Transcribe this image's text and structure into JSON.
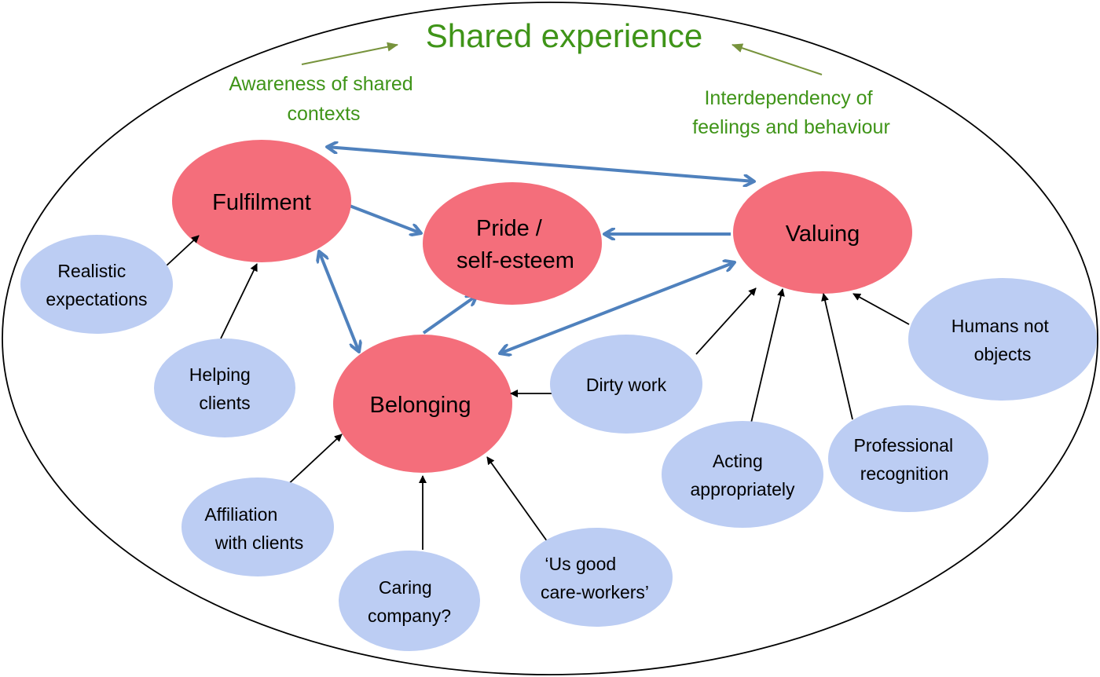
{
  "title": "Shared experience",
  "annotations": {
    "left": [
      "Awareness of shared",
      "contexts"
    ],
    "right": [
      "Interdependency of",
      "feelings and behaviour"
    ]
  },
  "colors": {
    "core_node": "#f46e7b",
    "factor_node": "#bccdf3",
    "blue_arrow": "#4f81bd",
    "green_text": "#3f9418",
    "green_arrow": "#77933c",
    "black_arrow": "#000000"
  },
  "core_nodes": {
    "fulfilment": [
      "Fulfilment"
    ],
    "pride": [
      "Pride /",
      "self-esteem"
    ],
    "valuing": [
      "Valuing"
    ],
    "belonging": [
      "Belonging"
    ]
  },
  "factor_nodes": {
    "realistic_expectations": [
      "Realistic",
      "expectations"
    ],
    "helping_clients": [
      "Helping",
      "clients"
    ],
    "affiliation_with_clients": [
      "Affiliation",
      "with clients"
    ],
    "caring_company": [
      "Caring",
      "company?"
    ],
    "us_good_care_workers": [
      "‘Us good",
      "care-workers’"
    ],
    "dirty_work": [
      "Dirty work"
    ],
    "acting_appropriately": [
      "Acting",
      "appropriately"
    ],
    "professional_recognition": [
      "Professional",
      "recognition"
    ],
    "humans_not_objects": [
      "Humans not",
      "objects"
    ]
  },
  "relations": [
    {
      "from": "Fulfilment",
      "to": "Valuing",
      "type": "bidirectional"
    },
    {
      "from": "Fulfilment",
      "to": "Pride / self-esteem",
      "type": "directed"
    },
    {
      "from": "Valuing",
      "to": "Pride / self-esteem",
      "type": "directed"
    },
    {
      "from": "Fulfilment",
      "to": "Belonging",
      "type": "bidirectional"
    },
    {
      "from": "Belonging",
      "to": "Pride / self-esteem",
      "type": "directed"
    },
    {
      "from": "Belonging",
      "to": "Valuing",
      "type": "bidirectional"
    },
    {
      "from": "Realistic expectations",
      "to": "Fulfilment",
      "type": "directed"
    },
    {
      "from": "Helping clients",
      "to": "Fulfilment",
      "type": "directed"
    },
    {
      "from": "Affiliation with clients",
      "to": "Belonging",
      "type": "directed"
    },
    {
      "from": "Caring company?",
      "to": "Belonging",
      "type": "directed"
    },
    {
      "from": "'Us good care-workers'",
      "to": "Belonging",
      "type": "directed"
    },
    {
      "from": "Dirty work",
      "to": "Belonging",
      "type": "directed"
    },
    {
      "from": "Dirty work",
      "to": "Valuing",
      "type": "directed"
    },
    {
      "from": "Acting appropriately",
      "to": "Valuing",
      "type": "directed"
    },
    {
      "from": "Professional recognition",
      "to": "Valuing",
      "type": "directed"
    },
    {
      "from": "Humans not objects",
      "to": "Valuing",
      "type": "directed"
    },
    {
      "from": "Awareness of shared contexts",
      "to": "Shared experience",
      "type": "directed"
    },
    {
      "from": "Interdependency of feelings and behaviour",
      "to": "Shared experience",
      "type": "directed"
    }
  ]
}
